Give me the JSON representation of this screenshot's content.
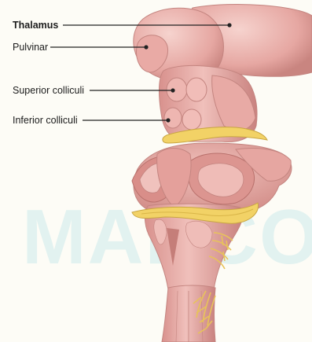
{
  "labels": [
    {
      "id": "thalamus",
      "text": "Thalamus"
    },
    {
      "id": "pulvinar",
      "text": "Pulvinar"
    },
    {
      "id": "superior_colliculi",
      "text": "Superior colliculi"
    },
    {
      "id": "inferior_colliculi",
      "text": "Inferior colliculi"
    }
  ],
  "watermark": {
    "text": "MARCOV"
  },
  "colors": {
    "background": "#fdfcf6",
    "tissue": "#e8a8a4",
    "tissue_light": "#f4cbc6",
    "tissue_dark": "#c9827f",
    "nerve": "#f2d266",
    "watermark": "#d9efee",
    "leader_line": "#222222"
  }
}
